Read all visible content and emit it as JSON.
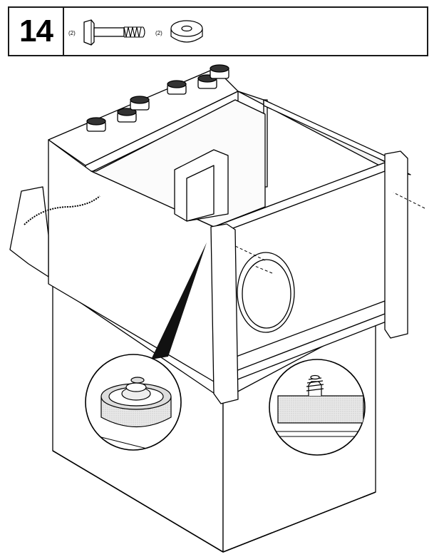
{
  "step": {
    "number": "14"
  },
  "parts": [
    {
      "icon": "bolt-icon",
      "quantity": "(2)"
    },
    {
      "icon": "washer-icon",
      "quantity": "(2)"
    }
  ],
  "illustration": {
    "icon": "cabinet-assembly-illustration"
  },
  "details": [
    {
      "icon": "magnified-foot-bumper-icon"
    },
    {
      "icon": "magnified-threaded-screw-icon"
    }
  ]
}
